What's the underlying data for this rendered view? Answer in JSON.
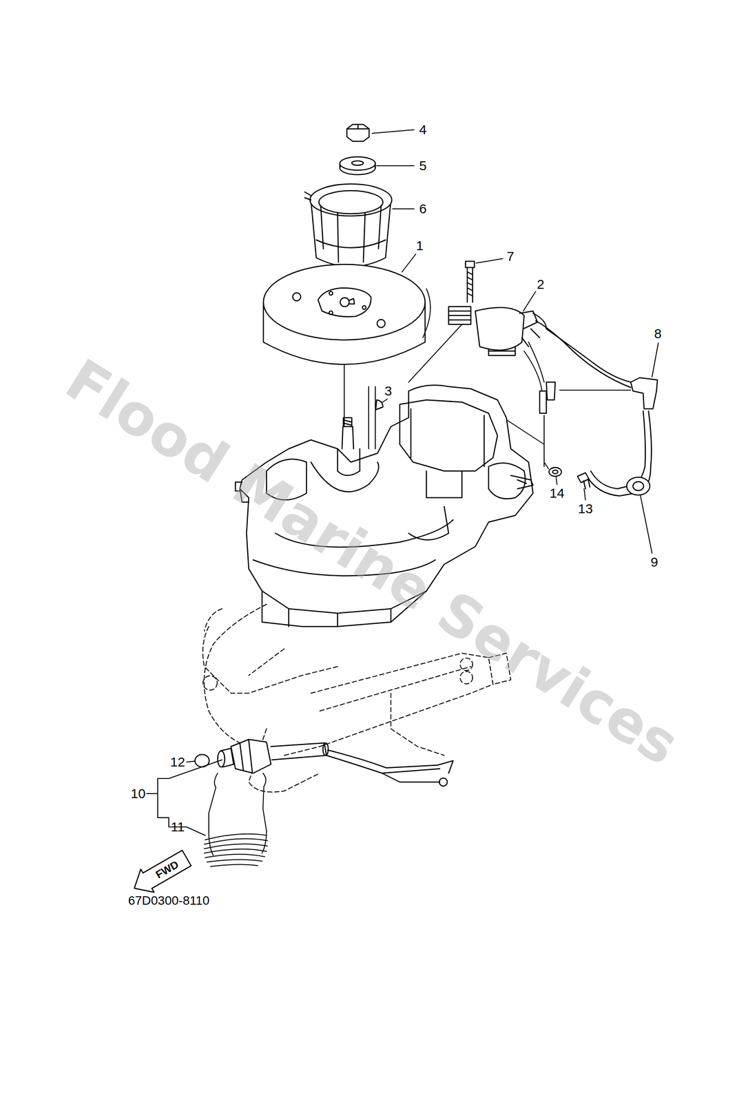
{
  "diagram": {
    "labels": [
      "4",
      "5",
      "6",
      "1",
      "7",
      "2",
      "8",
      "3",
      "14",
      "13",
      "9",
      "12",
      "10",
      "11",
      "FWD",
      "67D0300-8110",
      "Flood Marine Services"
    ]
  }
}
